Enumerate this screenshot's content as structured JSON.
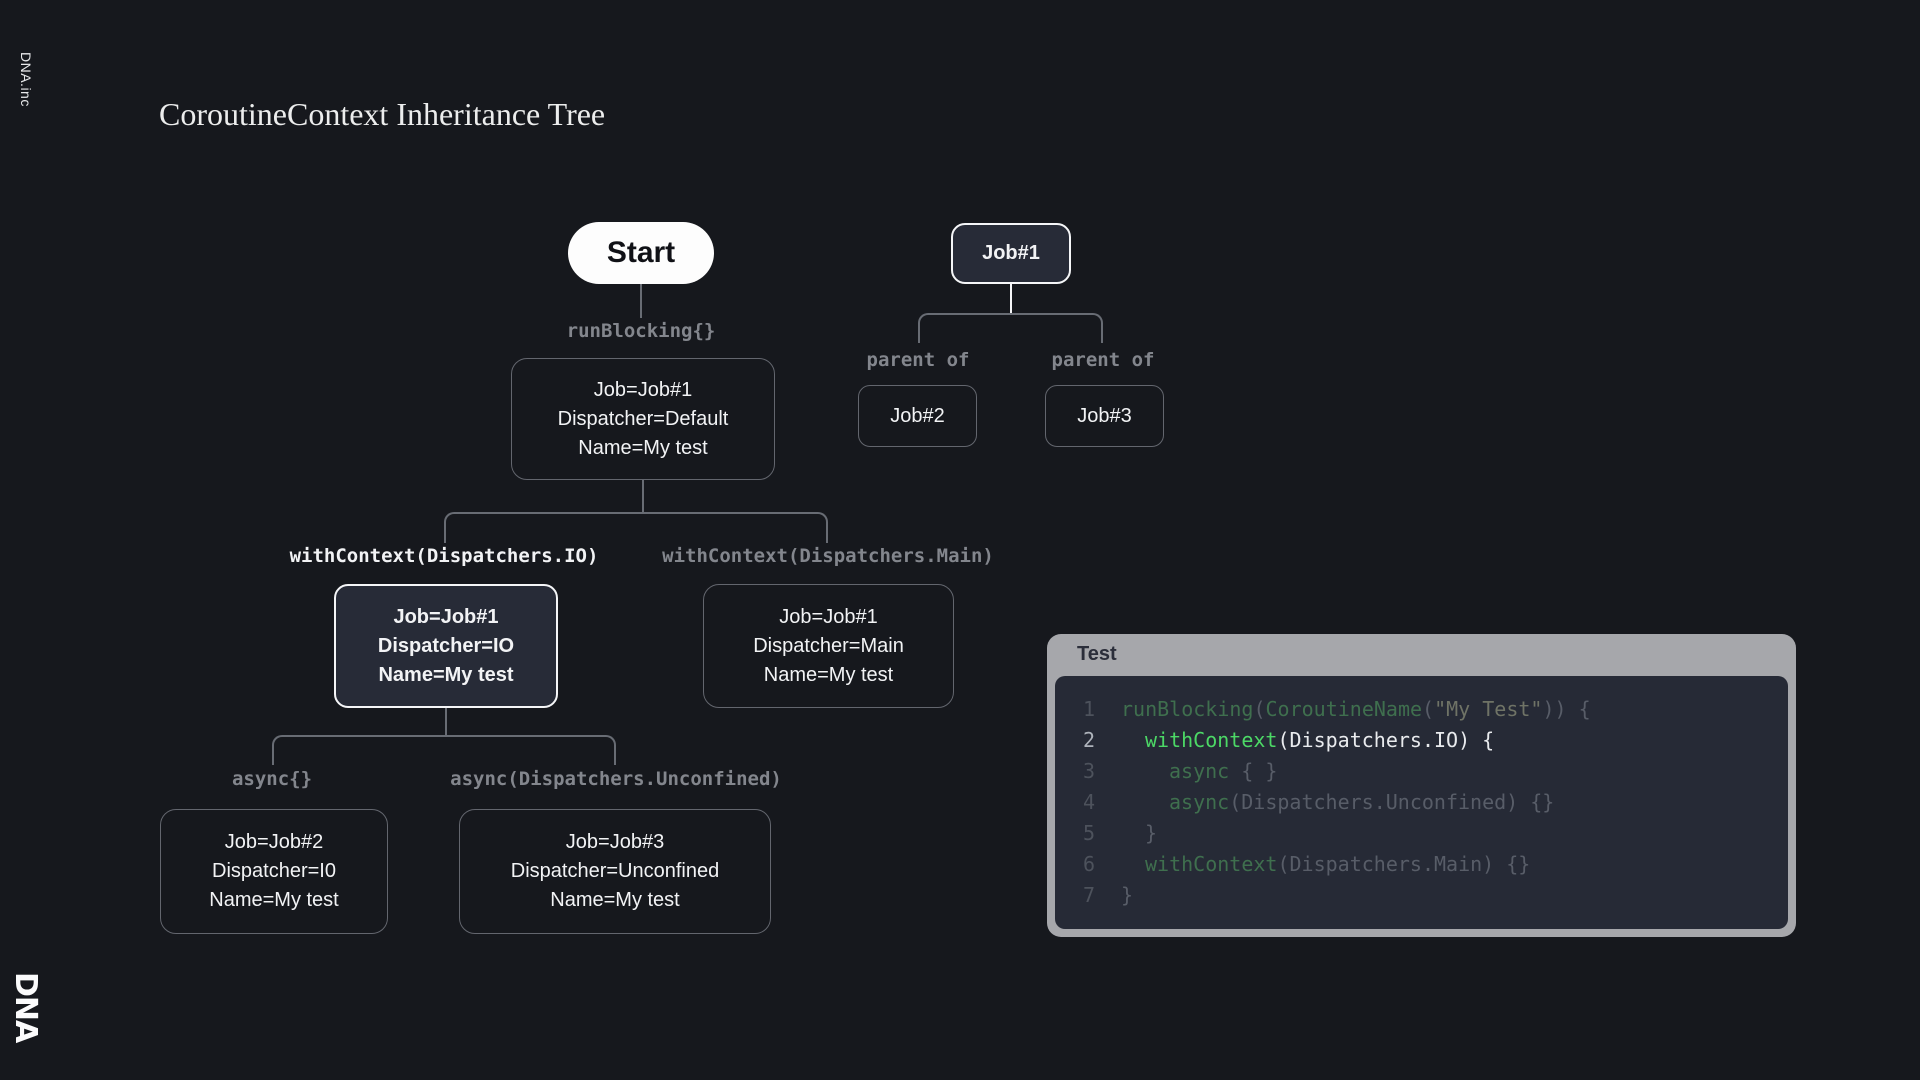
{
  "page": {
    "brand_top": "DNA.inc",
    "brand_bottom": "DNA",
    "title": "CoroutineContext Inheritance Tree"
  },
  "colors": {
    "background": "#16181d",
    "accent_green": "#4cd866",
    "node_fill": "#272b37",
    "border_gray": "#63666e",
    "dim_text": "#83868d",
    "panel_header": "#a6a7ab"
  },
  "tree": {
    "start_label": "Start",
    "run_blocking_label": "runBlocking{}",
    "root_box": {
      "lines": [
        "Job=Job#1",
        "Dispatcher=Default",
        "Name=My test"
      ]
    },
    "branch_io": {
      "label": "withContext(Dispatchers.IO)",
      "box": [
        "Job=Job#1",
        "Dispatcher=IO",
        "Name=My test"
      ]
    },
    "branch_main": {
      "label": "withContext(Dispatchers.Main)",
      "box": [
        "Job=Job#1",
        "Dispatcher=Main",
        "Name=My test"
      ]
    },
    "branch_async1": {
      "label": "async{}",
      "box": [
        "Job=Job#2",
        "Dispatcher=I0",
        "Name=My test"
      ]
    },
    "branch_async2": {
      "label": "async(Dispatchers.Unconfined)",
      "box": [
        "Job=Job#3",
        "Dispatcher=Unconfined",
        "Name=My test"
      ]
    }
  },
  "job_tree": {
    "root": "Job#1",
    "edge_label_left": "parent of",
    "edge_label_right": "parent of",
    "child_left": "Job#2",
    "child_right": "Job#3"
  },
  "code_panel": {
    "title": "Test",
    "lines": [
      {
        "no": "1",
        "dim": true,
        "indent": 0,
        "tokens": [
          {
            "t": "runBlocking",
            "c": "green"
          },
          {
            "t": "(",
            "c": "plain"
          },
          {
            "t": "CoroutineName",
            "c": "green"
          },
          {
            "t": "(",
            "c": "plain"
          },
          {
            "t": "\"My Test\"",
            "c": "string"
          },
          {
            "t": ")) {",
            "c": "plain"
          }
        ]
      },
      {
        "no": "2",
        "dim": false,
        "indent": 1,
        "tokens": [
          {
            "t": "withContext",
            "c": "green"
          },
          {
            "t": "(Dispatchers.IO) {",
            "c": "plain"
          }
        ]
      },
      {
        "no": "3",
        "dim": true,
        "indent": 2,
        "tokens": [
          {
            "t": "async",
            "c": "green"
          },
          {
            "t": " { }",
            "c": "plain"
          }
        ]
      },
      {
        "no": "4",
        "dim": true,
        "indent": 2,
        "tokens": [
          {
            "t": "async",
            "c": "green"
          },
          {
            "t": "(Dispatchers.Unconfined) {}",
            "c": "plain"
          }
        ]
      },
      {
        "no": "5",
        "dim": true,
        "indent": 1,
        "tokens": [
          {
            "t": "}",
            "c": "plain"
          }
        ]
      },
      {
        "no": "6",
        "dim": true,
        "indent": 1,
        "tokens": [
          {
            "t": "withContext",
            "c": "green"
          },
          {
            "t": "(Dispatchers.Main) {}",
            "c": "plain"
          }
        ]
      },
      {
        "no": "7",
        "dim": true,
        "indent": 0,
        "tokens": [
          {
            "t": "}",
            "c": "plain"
          }
        ]
      }
    ]
  }
}
